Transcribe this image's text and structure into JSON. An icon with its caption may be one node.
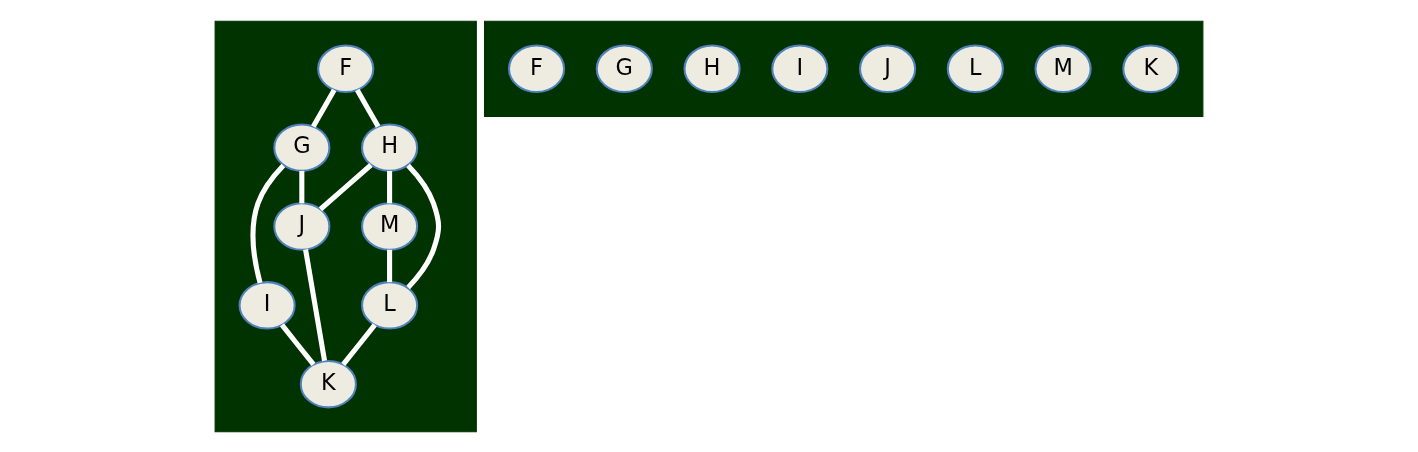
{
  "diagram": {
    "nodes": [
      {
        "text": [],
        "shape": "box"
      },
      {
        "text": [
          "F"
        ],
        "in": 0
      },
      {
        "text": [
          "G"
        ],
        "in": 0
      },
      {
        "text": [
          "H"
        ],
        "in": 0
      },
      {
        "text": [
          "I"
        ],
        "in": 0
      },
      {
        "text": [
          "J"
        ],
        "in": 0
      },
      {
        "text": [
          "M"
        ],
        "in": 0
      },
      {
        "text": [
          "K"
        ],
        "in": 0
      },
      {
        "text": [
          "L"
        ],
        "in": 0
      },
      {
        "text": [],
        "shape": "box"
      },
      {
        "text": [
          "F"
        ],
        "in": 9
      },
      {
        "text": [
          "G"
        ],
        "in": 9
      },
      {
        "text": [
          "H"
        ],
        "in": 9
      },
      {
        "text": [
          "I"
        ],
        "in": 9
      },
      {
        "text": [
          "J"
        ],
        "in": 9
      },
      {
        "text": [
          "L"
        ],
        "in": 9
      },
      {
        "text": [
          "M"
        ],
        "in": 9
      },
      {
        "text": [
          "K"
        ],
        "in": 9
      }
    ],
    "edges": [
      {
        "from": 1,
        "to": 2,
        "arrow": "none"
      },
      {
        "from": 1,
        "to": 3,
        "arrow": "none"
      },
      {
        "from": 2,
        "to": 4,
        "arrow": "none"
      },
      {
        "from": 2,
        "to": 5,
        "arrow": "none"
      },
      {
        "from": 3,
        "to": 5,
        "arrow": "none"
      },
      {
        "from": 3,
        "to": 8,
        "arrow": "none"
      },
      {
        "from": 3,
        "to": 6,
        "arrow": "none"
      },
      {
        "from": 4,
        "to": 7,
        "arrow": "none"
      },
      {
        "from": 5,
        "to": 7,
        "arrow": "none"
      },
      {
        "from": 8,
        "to": 7,
        "arrow": "none"
      },
      {
        "from": 6,
        "to": 8,
        "arrow": "none"
      }
    ]
  }
}
